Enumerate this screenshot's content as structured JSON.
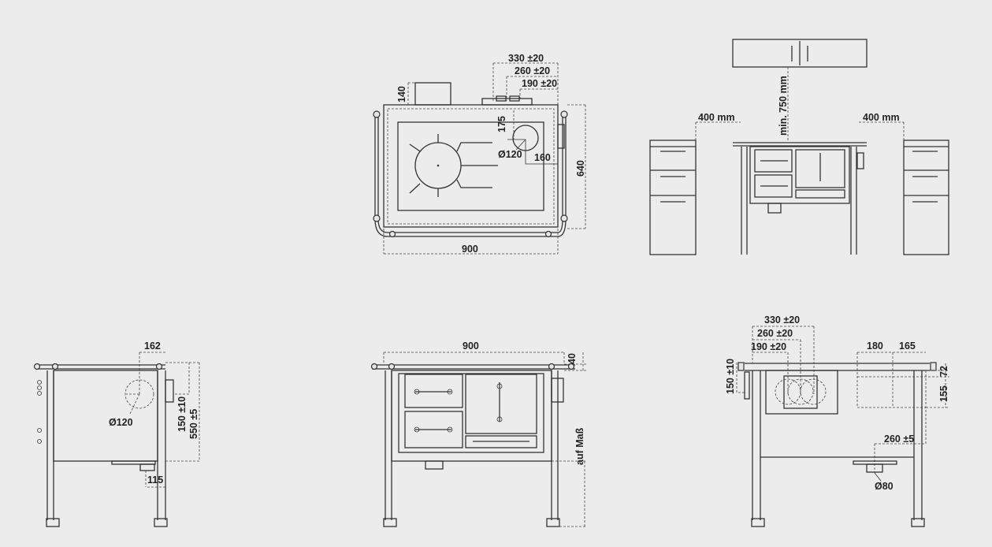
{
  "top_view": {
    "dim_330": "330 ±20",
    "dim_260": "260 ±20",
    "dim_190": "190 ±20",
    "dim_140": "140",
    "dim_175": "175",
    "dim_flue_diameter": "Ø120",
    "dim_160": "160",
    "dim_640": "640",
    "dim_900": "900"
  },
  "kitchen_view": {
    "left_clearance": "400 mm",
    "right_clearance": "400 mm",
    "min_height": "min. 750 mm"
  },
  "side_view": {
    "dim_162": "162",
    "dim_flue_diameter": "Ø120",
    "dim_150": "150 ±10",
    "dim_550": "550 ±5",
    "dim_115": "115"
  },
  "front_view": {
    "dim_900": "900",
    "dim_40": "40",
    "dim_custom": "auf Maß"
  },
  "rear_view": {
    "dim_330": "330 ±20",
    "dim_260": "260 ±20",
    "dim_190": "190 ±20",
    "dim_180": "180",
    "dim_165": "165",
    "dim_150": "150 ±10",
    "dim_72": "72",
    "dim_155": "155",
    "dim_260_5": "260 ±5",
    "dim_80": "Ø80"
  }
}
